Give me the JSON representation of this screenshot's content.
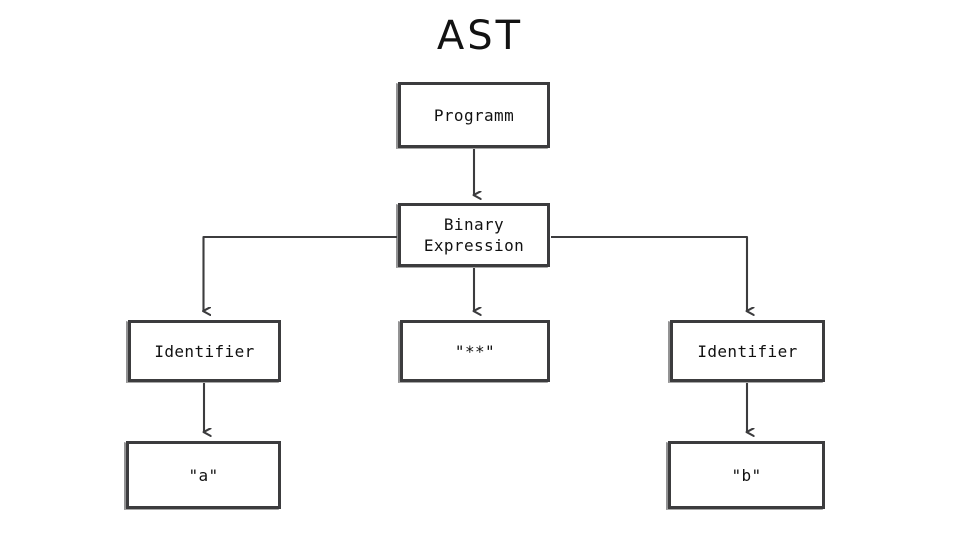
{
  "diagram": {
    "title": "AST",
    "background_color": "#ffffff",
    "stroke_color": "#3c3c3e",
    "text_color": "#111111",
    "nodes": [
      {
        "id": "programm",
        "label": "Programm",
        "role": "root"
      },
      {
        "id": "binary",
        "label": "Binary\nExpression",
        "role": "branch"
      },
      {
        "id": "identifier_a",
        "label": "Identifier",
        "role": "branch"
      },
      {
        "id": "operator",
        "label": "\"**\"",
        "role": "leaf"
      },
      {
        "id": "identifier_b",
        "label": "Identifier",
        "role": "branch"
      },
      {
        "id": "literal_a",
        "label": "\"a\"",
        "role": "leaf"
      },
      {
        "id": "literal_b",
        "label": "\"b\"",
        "role": "leaf"
      }
    ],
    "edges": [
      {
        "from": "programm",
        "to": "binary",
        "style": "straight-arrow"
      },
      {
        "from": "binary",
        "to": "identifier_a",
        "style": "elbow-arrow-left"
      },
      {
        "from": "binary",
        "to": "operator",
        "style": "straight-arrow"
      },
      {
        "from": "binary",
        "to": "identifier_b",
        "style": "elbow-arrow-right"
      },
      {
        "from": "identifier_a",
        "to": "literal_a",
        "style": "straight-arrow"
      },
      {
        "from": "identifier_b",
        "to": "literal_b",
        "style": "straight-arrow"
      }
    ]
  }
}
